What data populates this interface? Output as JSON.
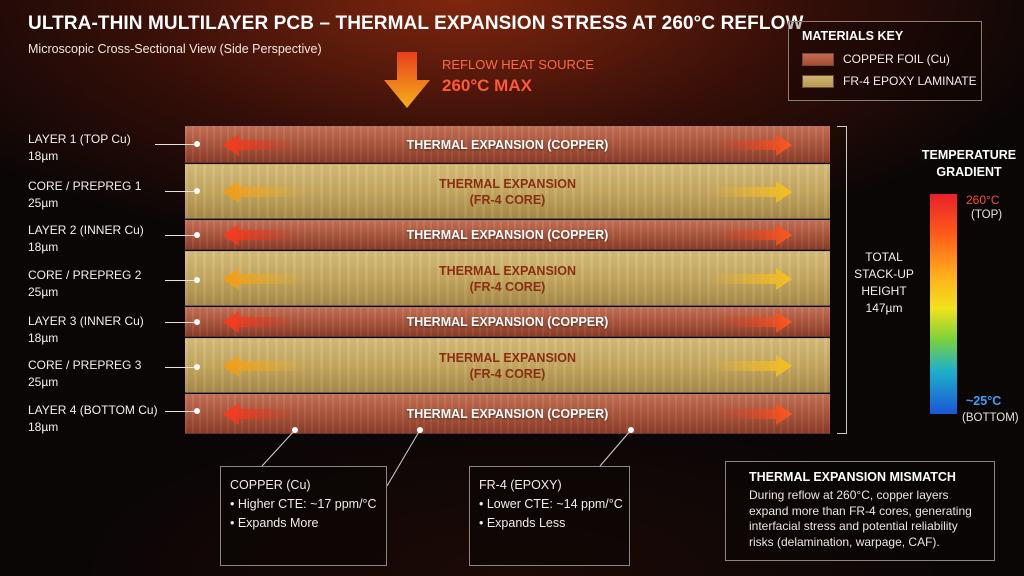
{
  "header": {
    "title": "ULTRA-THIN MULTILAYER PCB – THERMAL EXPANSION STRESS AT 260°C REFLOW",
    "subtitle": "Microscopic Cross-Sectional View (Side Perspective)"
  },
  "heat_source": {
    "label": "REFLOW HEAT SOURCE",
    "temp": "260°C MAX"
  },
  "materials_key": {
    "title": "MATERIALS KEY",
    "copper": "COPPER FOIL (Cu)",
    "fr4": "FR-4 EPOXY LAMINATE"
  },
  "layers": [
    {
      "name": "LAYER 1 (TOP Cu)",
      "thickness": "18µm",
      "text1": "THERMAL EXPANSION (COPPER)",
      "text2": ""
    },
    {
      "name": "CORE / PREPREG 1",
      "thickness": "25µm",
      "text1": "THERMAL EXPANSION",
      "text2": "(FR-4 CORE)"
    },
    {
      "name": "LAYER 2 (INNER Cu)",
      "thickness": "18µm",
      "text1": "THERMAL EXPANSION (COPPER)",
      "text2": ""
    },
    {
      "name": "CORE / PREPREG 2",
      "thickness": "25µm",
      "text1": "THERMAL EXPANSION",
      "text2": "(FR-4 CORE)"
    },
    {
      "name": "LAYER 3 (INNER Cu)",
      "thickness": "18µm",
      "text1": "THERMAL EXPANSION (COPPER)",
      "text2": ""
    },
    {
      "name": "CORE / PREPREG 3",
      "thickness": "25µm",
      "text1": "THERMAL EXPANSION",
      "text2": "(FR-4 CORE)"
    },
    {
      "name": "LAYER 4 (BOTTOM Cu)",
      "thickness": "18µm",
      "text1": "THERMAL EXPANSION (COPPER)",
      "text2": ""
    }
  ],
  "stack_height": {
    "line1": "TOTAL",
    "line2": "STACK-UP",
    "line3": "HEIGHT",
    "value": "147µm"
  },
  "temperature_gradient": {
    "title1": "TEMPERATURE",
    "title2": "GRADIENT",
    "top_value": "260°C",
    "top_label": "(TOP)",
    "bottom_value": "~25°C",
    "bottom_label": "(BOTTOM)"
  },
  "callouts": {
    "copper": {
      "title": "COPPER (Cu)",
      "line1": "• Higher CTE: ~17 ppm/°C",
      "line2": "• Expands More"
    },
    "fr4": {
      "title": "FR-4 (EPOXY)",
      "line1": "• Lower CTE: ~14 ppm/°C",
      "line2": "• Expands Less"
    }
  },
  "mismatch": {
    "title": "THERMAL EXPANSION MISMATCH",
    "body": "During reflow at 260°C, copper layers expand more than FR-4 cores, generating interfacial stress and potential reliability risks (delamination, warpage, CAF)."
  },
  "colors": {
    "copper_arrow": "#f0411e",
    "core_arrow": "#f2a31a",
    "heat_arrow": "#f29a12",
    "accent_red": "#ff5a35"
  }
}
